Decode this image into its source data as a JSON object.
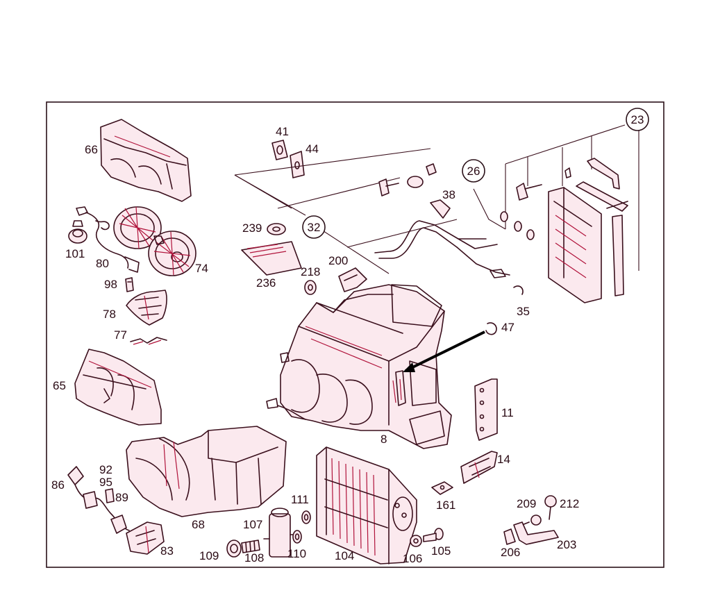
{
  "diagram": {
    "accent_color": "#b0123a",
    "line_color": "#3a0f1c",
    "labels": {
      "p66": "66",
      "p101": "101",
      "p80": "80",
      "p74": "74",
      "p98": "98",
      "p78": "78",
      "p77": "77",
      "p65": "65",
      "p86": "86",
      "p92": "92",
      "p95": "95",
      "p89": "89",
      "p83": "83",
      "p68": "68",
      "p109": "109",
      "p108": "108",
      "p107": "107",
      "p110": "110",
      "p111": "111",
      "p104": "104",
      "p106": "106",
      "p105": "105",
      "p161": "161",
      "p14": "14",
      "p11": "11",
      "p8": "8",
      "p47": "47",
      "p35": "35",
      "p200": "200",
      "p218": "218",
      "p236": "236",
      "p239": "239",
      "p41": "41",
      "p44": "44",
      "p38": "38",
      "p209": "209",
      "p212": "212",
      "p206": "206",
      "p203": "203"
    },
    "callouts": {
      "c23": "23",
      "c26": "26",
      "c32": "32"
    }
  }
}
